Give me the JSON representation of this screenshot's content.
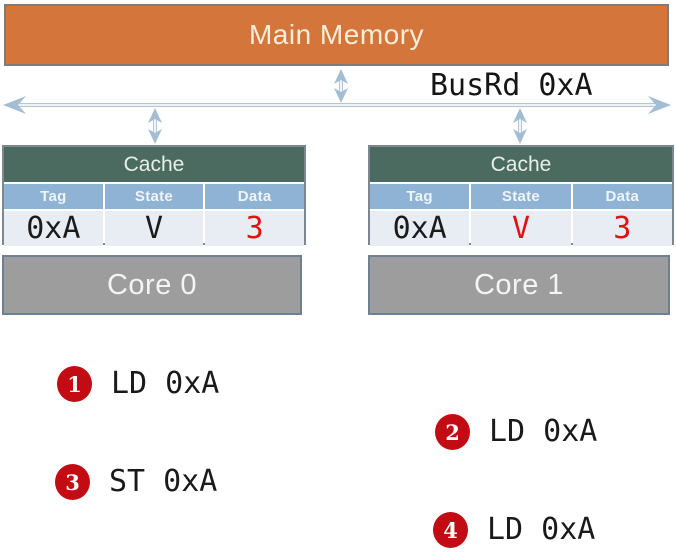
{
  "memory": {
    "label": "Main Memory"
  },
  "bus": {
    "label": "BusRd 0xA"
  },
  "caches": [
    {
      "title": "Cache",
      "headers": [
        "Tag",
        "State",
        "Data"
      ],
      "row": {
        "tag": "0xA",
        "state": "V",
        "data": "3",
        "tag_color": "#1b1b1b",
        "state_color": "#1b1b1b",
        "data_color": "#e01212"
      }
    },
    {
      "title": "Cache",
      "headers": [
        "Tag",
        "State",
        "Data"
      ],
      "row": {
        "tag": "0xA",
        "state": "V",
        "data": "3",
        "tag_color": "#1b1b1b",
        "state_color": "#e01212",
        "data_color": "#e01212"
      }
    }
  ],
  "cores": [
    {
      "label": "Core 0"
    },
    {
      "label": "Core 1"
    }
  ],
  "operations": [
    {
      "num": "1",
      "text": "LD 0xA"
    },
    {
      "num": "2",
      "text": "LD 0xA"
    },
    {
      "num": "3",
      "text": "ST 0xA"
    },
    {
      "num": "4",
      "text": "LD 0xA"
    }
  ],
  "colors": {
    "memory_fill": "#d4763b",
    "cache_header_green": "#4c6b60",
    "column_header_blue": "#8fb3d4",
    "table_row_bg": "#e8edf3",
    "core_fill": "#9d9d9d",
    "badge_red": "#c20b12",
    "value_red": "#e01212",
    "arrow_blue": "#a3bdd3"
  }
}
